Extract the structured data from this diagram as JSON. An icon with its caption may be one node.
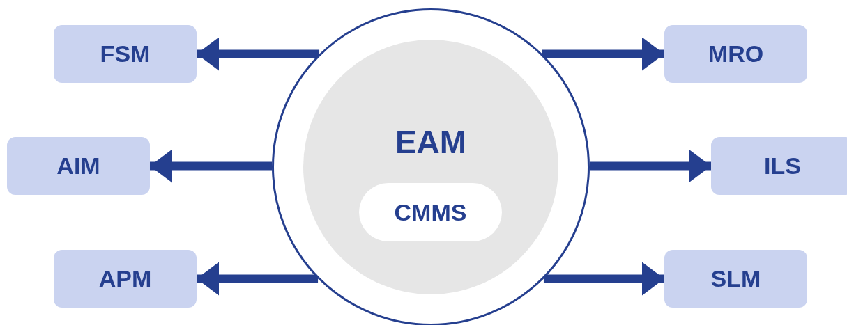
{
  "diagram": {
    "nodes": [
      {
        "text": [],
        "shape": "circle"
      },
      {
        "text": [
          "EAM"
        ],
        "in": 0
      },
      {
        "text": [
          "CMMS"
        ],
        "in": 1
      },
      {
        "text": [
          "FSM"
        ]
      },
      {
        "text": [
          "MRO"
        ]
      },
      {
        "text": [
          "AIM"
        ]
      },
      {
        "text": [
          "ILS"
        ]
      },
      {
        "text": [
          "APM"
        ]
      },
      {
        "text": [
          "SLM"
        ]
      }
    ],
    "edges": [
      {
        "from": 0,
        "to": 3,
        "arrow": "to"
      },
      {
        "from": 0,
        "to": 4,
        "arrow": "to"
      },
      {
        "from": 0,
        "to": 5,
        "arrow": "to"
      },
      {
        "from": 0,
        "to": 6,
        "arrow": "to"
      },
      {
        "from": 0,
        "to": 7,
        "arrow": "to"
      },
      {
        "from": 0,
        "to": 8,
        "arrow": "to"
      }
    ]
  }
}
